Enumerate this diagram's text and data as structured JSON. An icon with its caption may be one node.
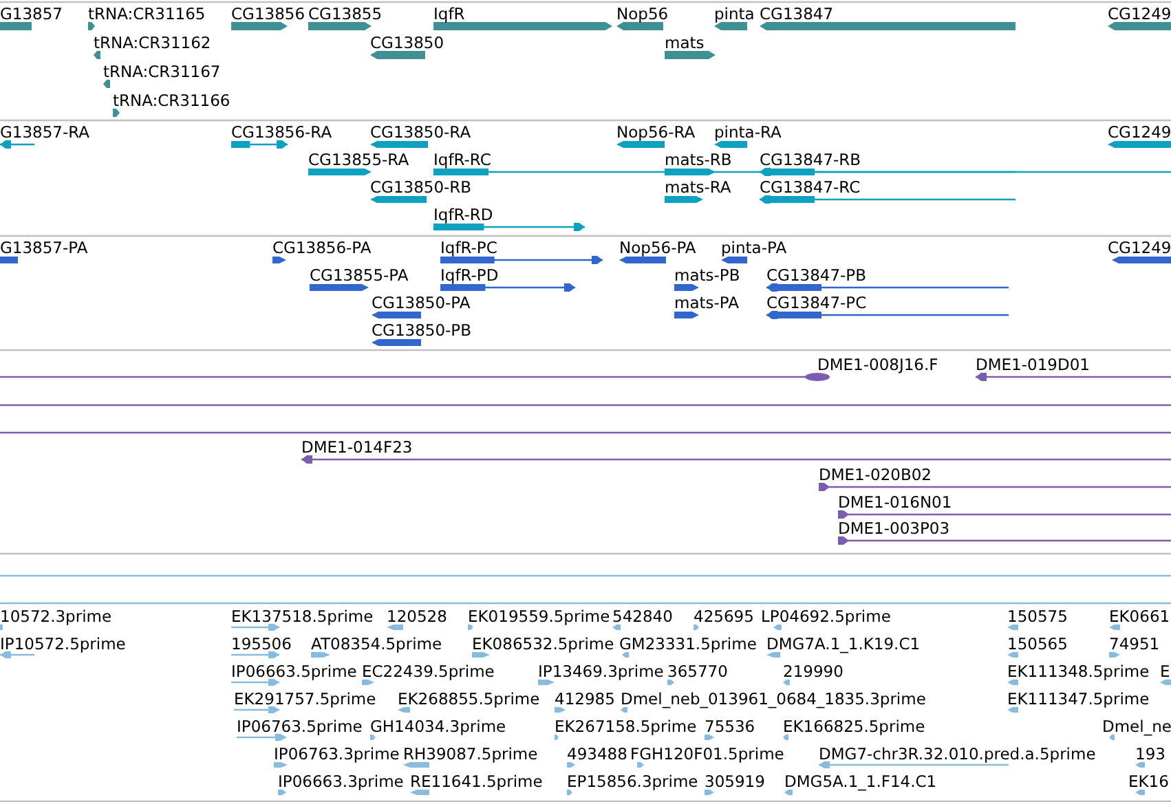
{
  "diagram": {
    "labels": [
      "G13857",
      "tRNA:CR31165",
      "CG13856",
      "CG13855",
      "IqfR",
      "Nop56",
      "pinta",
      "CG13847",
      "CG1249",
      "tRNA:CR31162",
      "CG13850",
      "mats",
      "tRNA:CR31167",
      "tRNA:CR31166",
      "G13857-RA",
      "CG13856-RA",
      "CG13850-RA",
      "Nop56-RA",
      "pinta-RA",
      "CG1249",
      "CG13855-RA",
      "IqfR-RC",
      "mats-RB",
      "CG13847-RB",
      "CG13850-RB",
      "mats-RA",
      "CG13847-RC",
      "IqfR-RD",
      "G13857-PA",
      "CG13856-PA",
      "IqfR-PC",
      "Nop56-PA",
      "pinta-PA",
      "CG1249",
      "CG13855-PA",
      "IqfR-PD",
      "mats-PB",
      "CG13847-PB",
      "CG13850-PA",
      "mats-PA",
      "CG13847-PC",
      "CG13850-PB",
      "DME1-008J16.F",
      "DME1-019D01",
      "DME1-014F23",
      "DME1-020B02",
      "DME1-016N01",
      "DME1-003P03",
      "10572.3prime",
      "EK137518.5prime",
      "120528",
      "EK019559.5prime",
      "542840",
      "425695",
      "LP04692.5prime",
      "150575",
      "EK0661",
      "IP10572.5prime",
      "195506",
      "AT08354.5prime",
      "EK086532.5prime",
      "GM23331.5prime",
      "DMG7A.1_1.K19.C1",
      "150565",
      "74951",
      "IP06663.5prime",
      "EC22439.5prime",
      "IP13469.3prime",
      "365770",
      "219990",
      "EK111348.5prime",
      "E",
      "EK291757.5prime",
      "EK268855.5prime",
      "412985",
      "Dmel_neb_013961_0684_1835.3prime",
      "EK111347.5prime",
      "IP06763.5prime",
      "GH14034.3prime",
      "EK267158.5prime",
      "75536",
      "EK166825.5prime",
      "Dmel_ne",
      "IP06763.3prime",
      "RH39087.5prime",
      "493488",
      "FGH120F01.5prime",
      "DMG7-chr3R.32.010.pred.a.5prime",
      "193",
      "IP06663.3prime",
      "RE11641.5prime",
      "EP15856.3prime",
      "305919",
      "DMG5A.1_1.F14.C1",
      "EK16"
    ]
  }
}
